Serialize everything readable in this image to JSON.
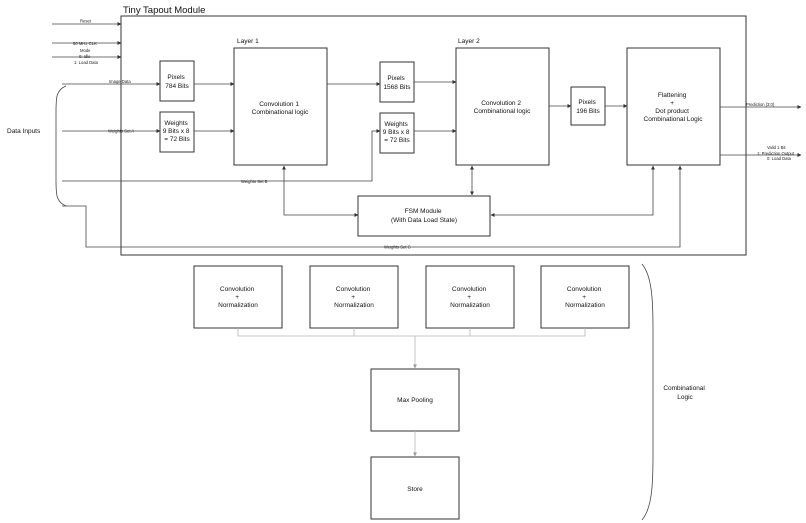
{
  "module_title": "Tiny Tapout Module",
  "layers": {
    "layer1": "Layer 1",
    "layer2": "Layer 2"
  },
  "inputs": {
    "reset": "Reset",
    "clk": "50 MHz CLK",
    "mode": [
      "Mode",
      "0: Idle",
      "1: Load Data"
    ],
    "image_data": "Image Data",
    "weights_a": "Weights Set A",
    "weights_b": "Weights Set B",
    "weights_c": "Weights Set C"
  },
  "data_inputs_label": "Data Inputs",
  "boxes": {
    "pixels_784": [
      "Pixels",
      "784 Bits"
    ],
    "weights_a": [
      "Weights",
      "9 Bits x 8",
      "= 72 Bits"
    ],
    "conv1": [
      "Convolution 1",
      "Combinational logic"
    ],
    "pixels_1568": [
      "Pixels",
      "1568 Bits"
    ],
    "weights_b": [
      "Weights",
      "9 Bits x 8",
      "= 72 Bits"
    ],
    "conv2": [
      "Convolution 2",
      "Combinational logic"
    ],
    "pixels_196": [
      "Pixels",
      "196 Bits"
    ],
    "flatten": [
      "Flattening",
      "+",
      "Dot product",
      "Combinational Logic"
    ],
    "fsm": [
      "FSM Module",
      "(With Data Load State)"
    ]
  },
  "outputs": {
    "prediction": "Prediction [3:0]",
    "valid": [
      "Valid 1 Bit",
      "1: Prediction Output",
      "0: Load Data"
    ]
  },
  "detail": {
    "conv_norm": [
      "Convolution",
      "+",
      "Normalization"
    ],
    "max_pooling": "Max Pooling",
    "store": "Store"
  },
  "combinational_logic_label": [
    "Combinational",
    "Logic"
  ]
}
